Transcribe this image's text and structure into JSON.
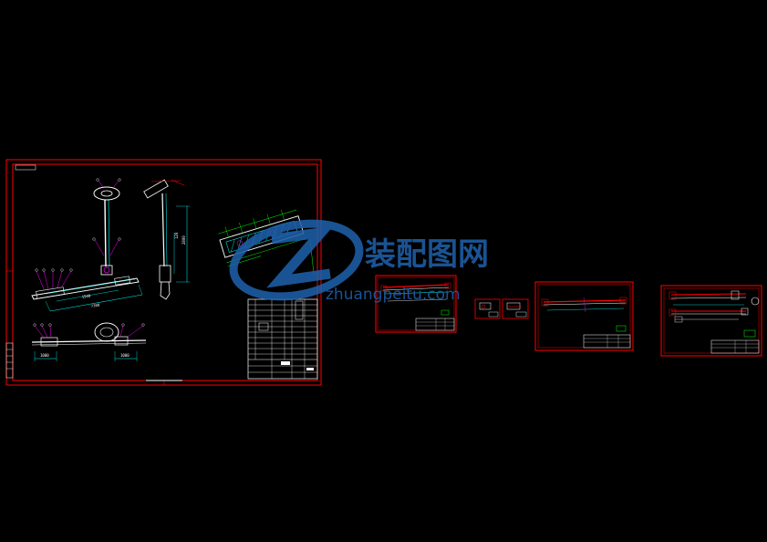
{
  "watermark": {
    "title": "装配图网",
    "url": "zhuangpeitu.com"
  },
  "colors": {
    "background": "#000000",
    "frame": "#ff0000",
    "line": "#ffffff",
    "dimension": "#00ffff",
    "leader": "#ff00ff",
    "note": "#00ff00",
    "watermark": "#1e5fa8"
  },
  "sheets": [
    {
      "id": "main-assembly",
      "type": "assembly"
    },
    {
      "id": "part-2",
      "type": "part"
    },
    {
      "id": "part-3a",
      "type": "part"
    },
    {
      "id": "part-3b",
      "type": "part"
    },
    {
      "id": "part-4",
      "type": "part"
    },
    {
      "id": "part-5",
      "type": "part"
    }
  ],
  "dimensions": {
    "d1": "7300",
    "d2": "1540",
    "d3": "2800",
    "d4": "120",
    "d5": "1000",
    "d6": "1000"
  }
}
